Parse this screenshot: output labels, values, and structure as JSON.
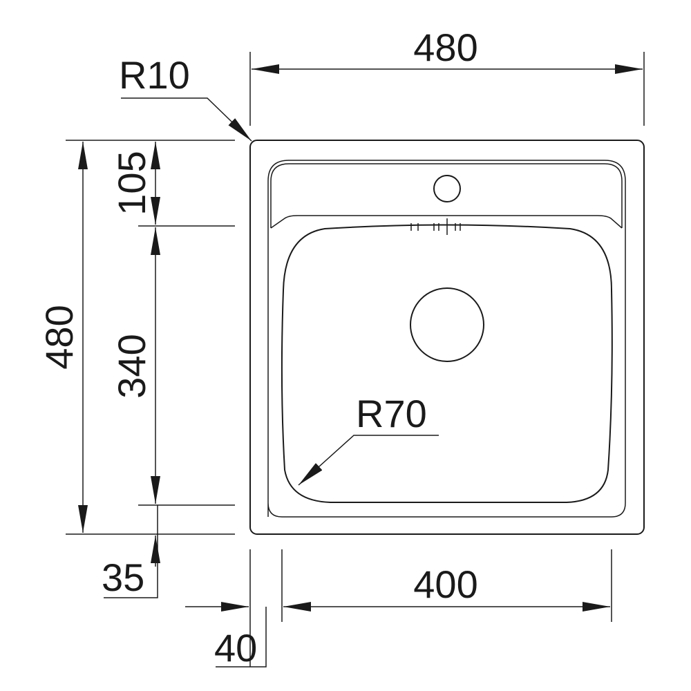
{
  "dimensions": {
    "width_overall": "480",
    "height_overall": "480",
    "corner_radius": "R10",
    "bowl_radius": "R70",
    "top_ledge": "105",
    "bowl_height": "340",
    "bottom_margin": "35",
    "bowl_width": "400",
    "side_margin": "40"
  },
  "colors": {
    "line": "#1a1a1a",
    "background": "#ffffff"
  }
}
